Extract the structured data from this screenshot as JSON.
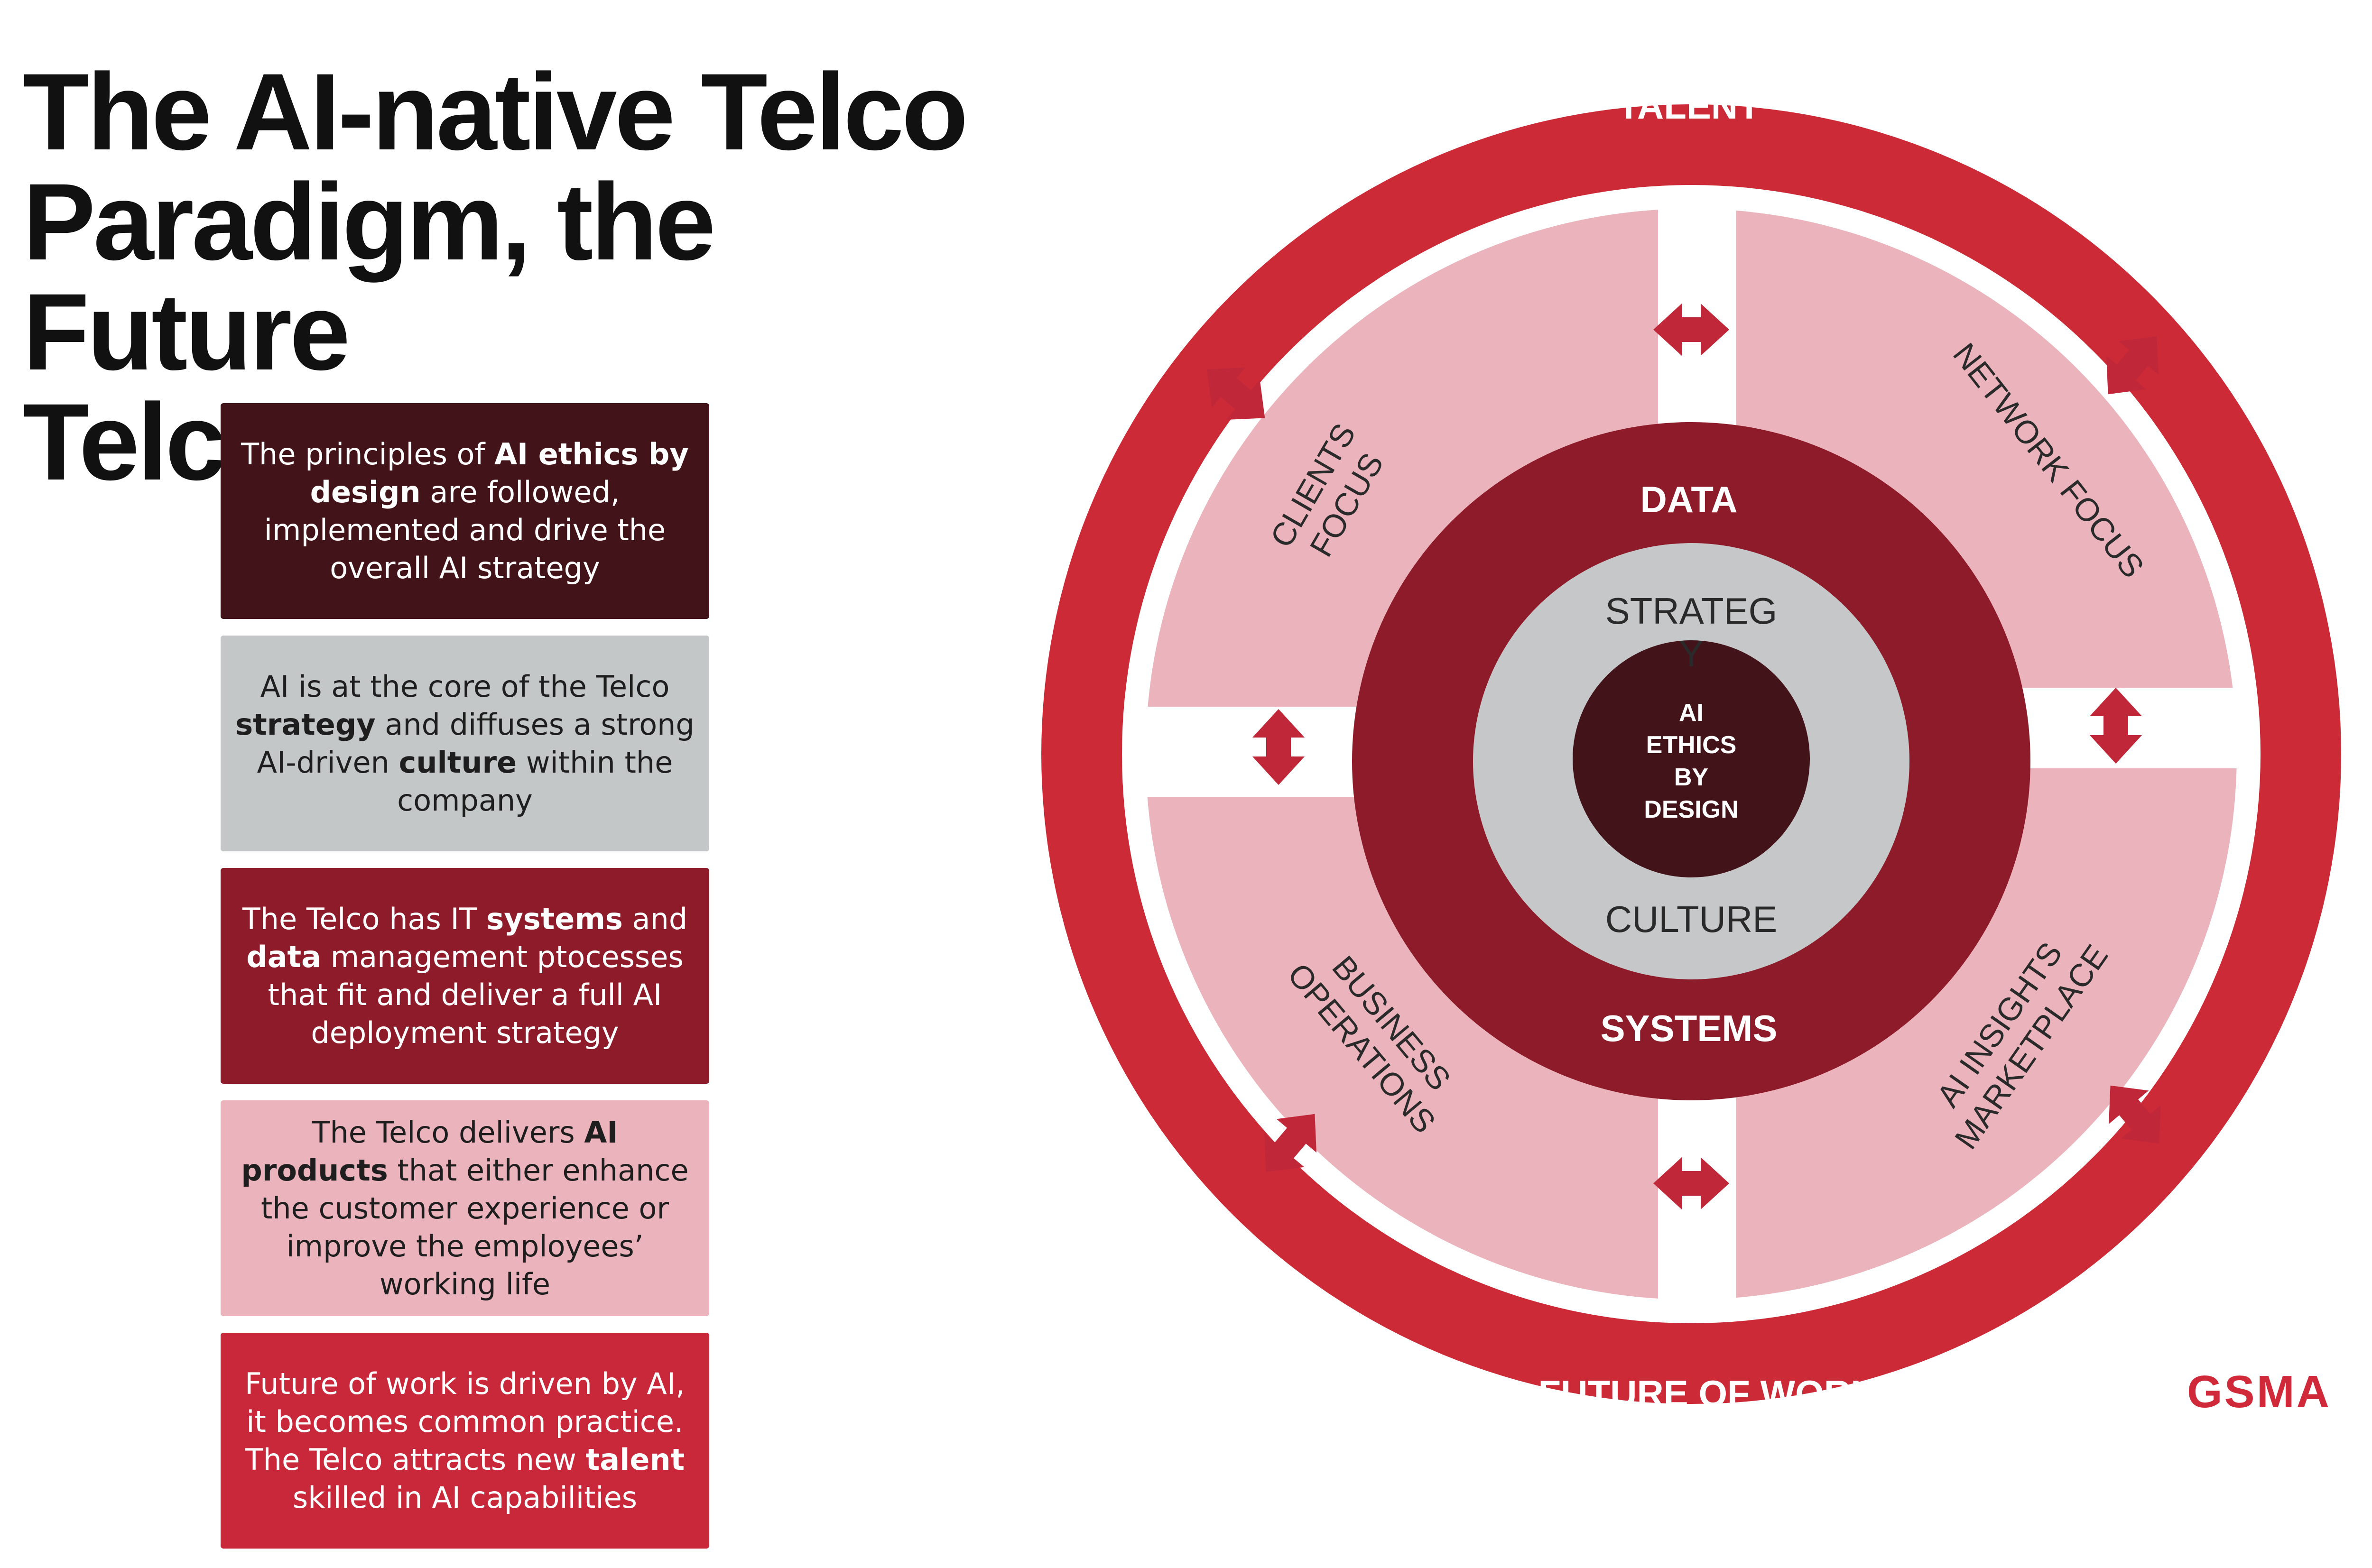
{
  "title": {
    "line1": "The AI-native Telco",
    "line2": "Paradigm, the Future",
    "line3": "Telco?"
  },
  "boxes": [
    {
      "parts": [
        {
          "t": "The principles of ",
          "b": false
        },
        {
          "t": "AI ethics by design",
          "b": true
        },
        {
          "t": " are followed, implemented and drive the overall AI strategy",
          "b": false
        }
      ]
    },
    {
      "parts": [
        {
          "t": "AI is at the core of the Telco ",
          "b": false
        },
        {
          "t": "strategy",
          "b": true
        },
        {
          "t": " and diffuses a strong AI-driven ",
          "b": false
        },
        {
          "t": "culture",
          "b": true
        },
        {
          "t": " within the company",
          "b": false
        }
      ]
    },
    {
      "parts": [
        {
          "t": "The Telco has IT ",
          "b": false
        },
        {
          "t": "systems",
          "b": true
        },
        {
          "t": " and ",
          "b": false
        },
        {
          "t": "data",
          "b": true
        },
        {
          "t": " management ptocesses that fit and deliver a full AI deployment strategy",
          "b": false
        }
      ]
    },
    {
      "parts": [
        {
          "t": "The Telco delivers ",
          "b": false
        },
        {
          "t": "AI products",
          "b": true
        },
        {
          "t": " that either enhance the customer experience or improve the employees’ working life",
          "b": false
        }
      ]
    },
    {
      "parts": [
        {
          "t": "Future of work is driven by AI, it becomes common practice. The Telco attracts new ",
          "b": false
        },
        {
          "t": "talent",
          "b": true
        },
        {
          "t": " skilled in AI capabilities",
          "b": false
        }
      ]
    }
  ],
  "diagram": {
    "outer_top": "TALENT",
    "outer_bottom": "FUTURE OF WORK",
    "quadrants": {
      "top_left": [
        "CLIENTS",
        "FOCUS"
      ],
      "top_right": "NETWORK FOCUS",
      "bottom_left": [
        "BUSINESS",
        "OPERATIONS"
      ],
      "bottom_right": [
        "AI INSIGHTS",
        "MARKETPLACE"
      ]
    },
    "ring_top": "DATA",
    "ring_bottom": "SYSTEMS",
    "inner_top": [
      "STRATEG",
      "Y"
    ],
    "inner_bottom": "CULTURE",
    "core": [
      "AI",
      "ETHICS",
      "BY",
      "DESIGN"
    ]
  },
  "logo": "GSMA",
  "colors": {
    "outer_ring": "#cd2a38",
    "quadrant": "#ebb4bd",
    "data_ring": "#8d1b2a",
    "inner_grey": "#c6c7c8",
    "core": "#43131a",
    "arrow": "#c0283a"
  }
}
